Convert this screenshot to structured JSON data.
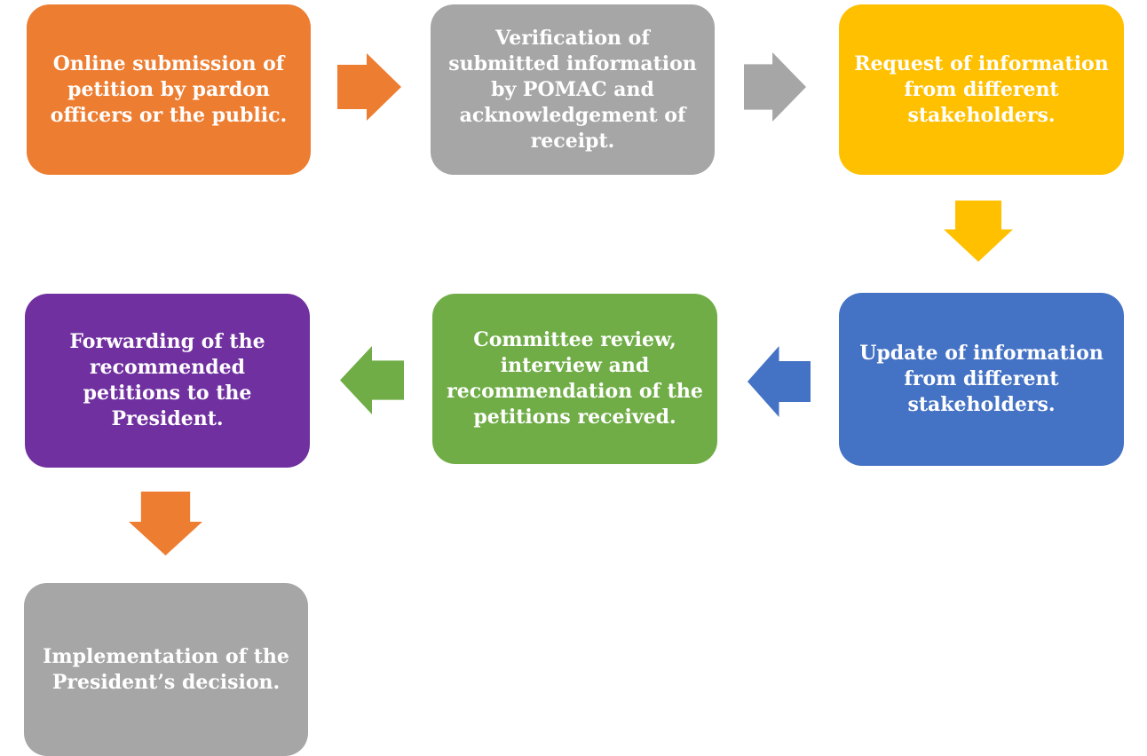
{
  "page": {
    "background": "#FFFFFF",
    "text_color": "#FFFFFF"
  },
  "diagram": {
    "type": "process-flowchart",
    "steps": [
      {
        "id": "online-submission",
        "color": "#ED7D31",
        "text": "Online submission of petition by pardon officers or the public.",
        "lines": [
          "Online submission of",
          "petition by pardon",
          "officers or the public."
        ]
      },
      {
        "id": "verification",
        "color": "#A6A6A6",
        "text": "Verification of submitted information by POMAC and acknowledgement of receipt.",
        "lines": [
          "Verification of",
          "submitted information",
          "by POMAC and",
          "acknowledgement of",
          "receipt."
        ]
      },
      {
        "id": "request-information",
        "color": "#FFC000",
        "text": "Request of information from different stakeholders.",
        "lines": [
          "Request of information",
          "from different",
          "stakeholders."
        ]
      },
      {
        "id": "update-information",
        "color": "#4472C4",
        "text": "Update of information from different stakeholders.",
        "lines": [
          "Update of information",
          "from different",
          "stakeholders."
        ]
      },
      {
        "id": "committee-review",
        "color": "#70AD47",
        "text": "Committee review, interview and recommendation of the petitions received.",
        "lines": [
          "Committee review,",
          "interview and",
          "recommendation of the",
          "petitions received."
        ]
      },
      {
        "id": "forwarding-president",
        "color": "#7030A0",
        "text": "Forwarding of the recommended petitions to the President.",
        "lines": [
          "Forwarding of the",
          "recommended",
          "petitions to the",
          "President."
        ]
      },
      {
        "id": "implementation",
        "color": "#A6A6A6",
        "text": "Implementation of the President’s decision.",
        "lines": [
          "Implementation of the",
          "President’s decision."
        ]
      }
    ],
    "connectors": [
      {
        "from": "online-submission",
        "to": "verification",
        "direction": "right",
        "color": "#ED7D31"
      },
      {
        "from": "verification",
        "to": "request-information",
        "direction": "right",
        "color": "#A6A6A6"
      },
      {
        "from": "request-information",
        "to": "update-information",
        "direction": "down",
        "color": "#FFC000"
      },
      {
        "from": "update-information",
        "to": "committee-review",
        "direction": "left",
        "color": "#4472C4"
      },
      {
        "from": "committee-review",
        "to": "forwarding-president",
        "direction": "left",
        "color": "#70AD47"
      },
      {
        "from": "forwarding-president",
        "to": "implementation",
        "direction": "down",
        "color": "#ED7D31"
      }
    ]
  }
}
